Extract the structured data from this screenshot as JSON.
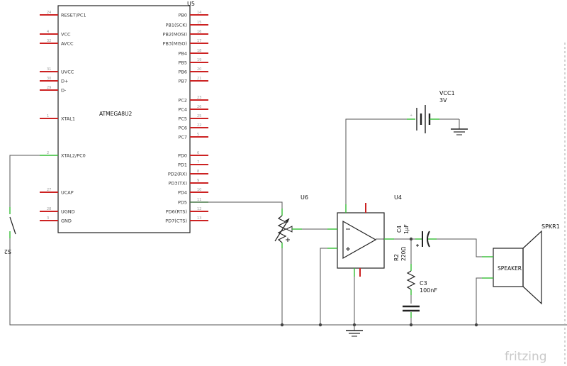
{
  "diagram": {
    "mcu": {
      "ref": "U5",
      "name": "ATMEGA8U2",
      "left_pins": [
        {
          "num": "24",
          "name": "RESET/PC1"
        },
        {
          "num": "4",
          "name": "VCC"
        },
        {
          "num": "32",
          "name": "AVCC"
        },
        {
          "num": "31",
          "name": "UVCC"
        },
        {
          "num": "30",
          "name": "D+"
        },
        {
          "num": "29",
          "name": "D-"
        },
        {
          "num": "1",
          "name": "XTAL1"
        },
        {
          "num": "2",
          "name": "XTAL2/PC0"
        },
        {
          "num": "27",
          "name": "UCAP"
        },
        {
          "num": "28",
          "name": "UGND"
        },
        {
          "num": "3",
          "name": "GND"
        }
      ],
      "right_pins": [
        {
          "num": "14",
          "name": "PB0"
        },
        {
          "num": "15",
          "name": "PB1(SCK)"
        },
        {
          "num": "16",
          "name": "PB2(MOSI)"
        },
        {
          "num": "17",
          "name": "PB3(MISO)"
        },
        {
          "num": "18",
          "name": "PB4"
        },
        {
          "num": "19",
          "name": "PB5"
        },
        {
          "num": "20",
          "name": "PB6"
        },
        {
          "num": "21",
          "name": "PB7"
        },
        {
          "num": "23",
          "name": "PC2"
        },
        {
          "num": "26",
          "name": "PC4"
        },
        {
          "num": "25",
          "name": "PC5"
        },
        {
          "num": "22",
          "name": "PC6"
        },
        {
          "num": "5",
          "name": "PC7"
        },
        {
          "num": "6",
          "name": "PD0"
        },
        {
          "num": "7",
          "name": "PD1"
        },
        {
          "num": "8",
          "name": "PD2(RX)"
        },
        {
          "num": "9",
          "name": "PD3(TX)"
        },
        {
          "num": "10",
          "name": "PD4"
        },
        {
          "num": "11",
          "name": "PD5"
        },
        {
          "num": "12",
          "name": "PD6(RTS)"
        },
        {
          "num": "13",
          "name": "PD7(CTS)"
        }
      ]
    },
    "switch": {
      "ref": "S2"
    },
    "potentiometer": {
      "ref": "U6"
    },
    "opamp": {
      "ref": "U4"
    },
    "battery": {
      "ref": "VCC1",
      "value": "3V"
    },
    "cap_c4": {
      "ref": "C4",
      "value": "1µF"
    },
    "res_r2": {
      "ref": "R2",
      "value": "220Ω"
    },
    "cap_c3": {
      "ref": "C3",
      "value": "100nF"
    },
    "speaker": {
      "ref": "SPKR1",
      "label": "SPEAKER"
    },
    "brand": "fritzing",
    "colors": {
      "pin": "#cc2222",
      "connector": "#33bb33",
      "wire": "#555555"
    }
  }
}
